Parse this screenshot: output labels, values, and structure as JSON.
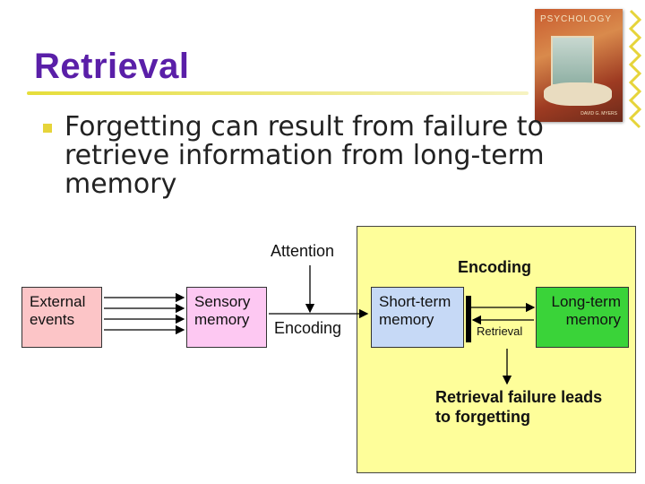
{
  "slide": {
    "title": "Retrieval",
    "bullet": "Forgetting can result from failure to retrieve information from long-term memory"
  },
  "book_cover": {
    "title": "PSYCHOLOGY",
    "author": "DAVID G. MYERS"
  },
  "diagram": {
    "external_events": "External events",
    "sensory_memory": "Sensory memory",
    "attention": "Attention",
    "encoding_1": "Encoding",
    "short_term_memory": "Short-term memory",
    "encoding_2": "Encoding",
    "retrieval": "Retrieval",
    "long_term_memory": "Long-term memory",
    "retrieval_failure": "Retrieval failure leads to forgetting"
  },
  "colors": {
    "title": "#5a1fa8",
    "bullet": "#e6d43a",
    "external_events_box": "#fcc5c7",
    "sensory_memory_box": "#fdc8f2",
    "short_term_box": "#c6d9f6",
    "long_term_box": "#3ad339",
    "panel": "#fefe9a"
  }
}
